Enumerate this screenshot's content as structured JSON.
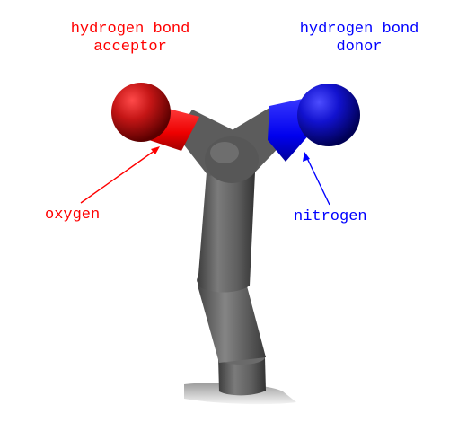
{
  "labels": {
    "acceptor": {
      "line1": "hydrogen bond",
      "line2": "acceptor"
    },
    "donor": {
      "line1": "hydrogen bond",
      "line2": "donor"
    },
    "oxygen": "oxygen",
    "nitrogen": "nitrogen"
  },
  "colors": {
    "acceptor": "#ff0000",
    "donor": "#0000ff",
    "oxygen_atom": "#d61f1f",
    "nitrogen_atom": "#1f1fe0",
    "carbon_bond": "#707070"
  }
}
